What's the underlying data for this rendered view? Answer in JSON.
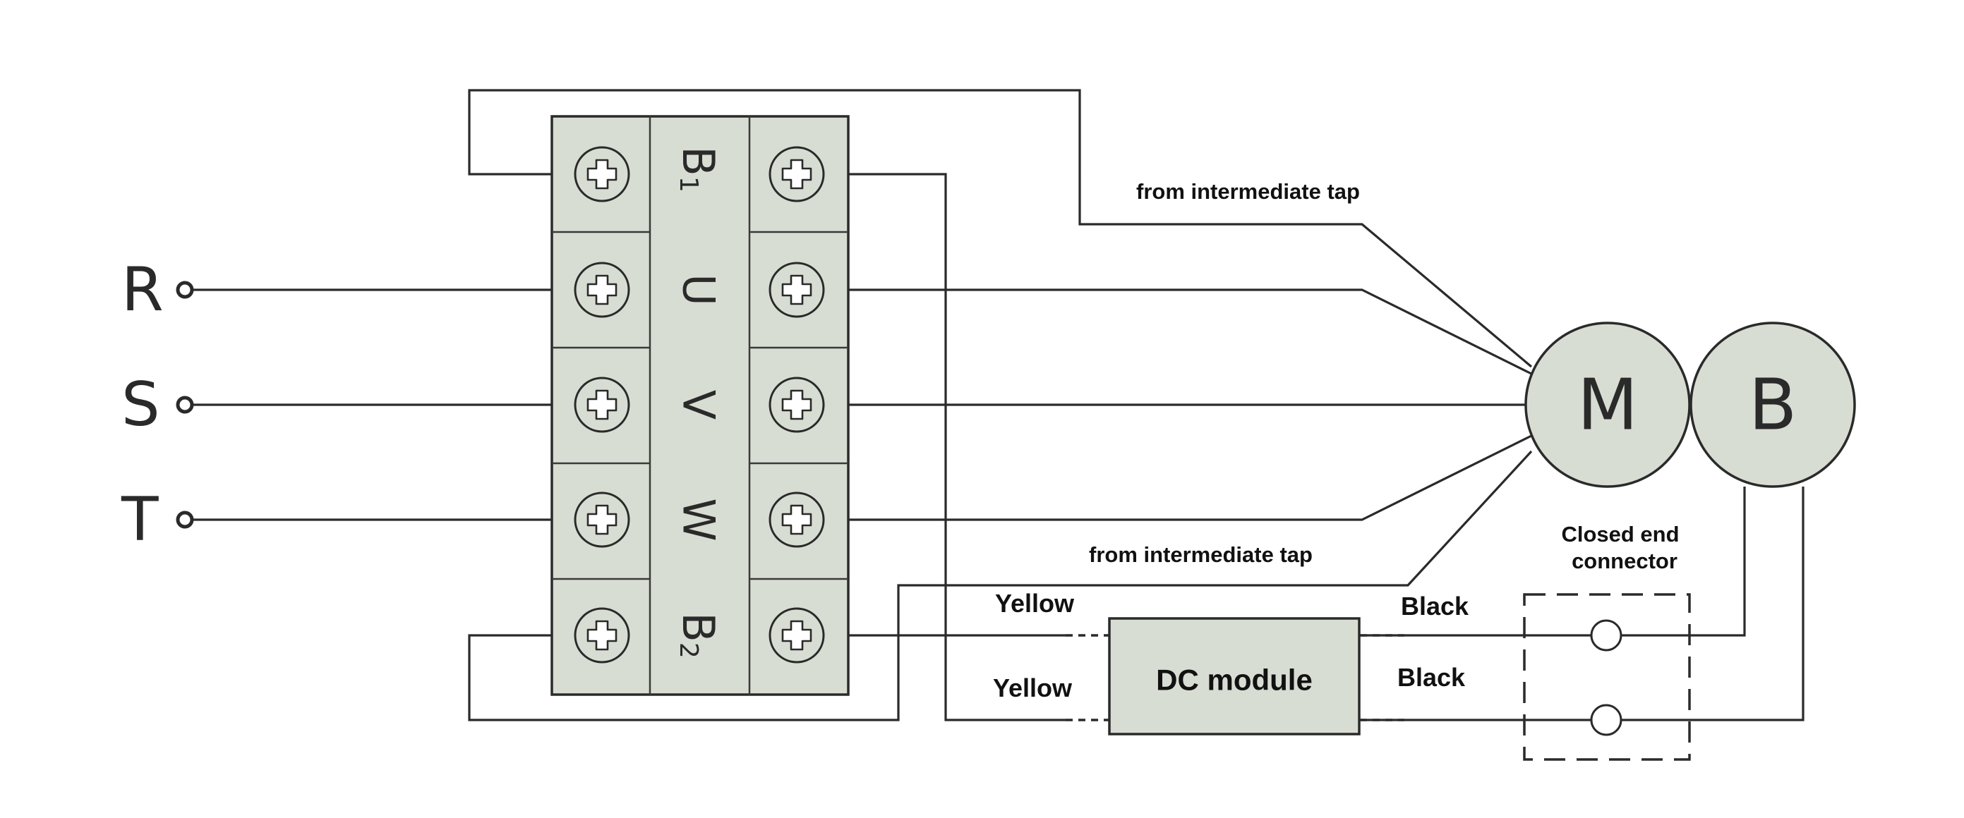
{
  "supply": {
    "r": "R",
    "s": "S",
    "t": "T"
  },
  "terminal_block": {
    "b1": "B",
    "b1_sub": "1",
    "u": "U",
    "v": "V",
    "w": "W",
    "b2": "B",
    "b2_sub": "2"
  },
  "motor": {
    "m": "M",
    "b": "B"
  },
  "notes": {
    "tap_top": "from intermediate tap",
    "tap_bottom": "from intermediate tap",
    "closed_end_1": "Closed end",
    "closed_end_2": "connector"
  },
  "dc_module": {
    "label": "DC module",
    "yellow_top": "Yellow",
    "yellow_bottom": "Yellow",
    "black_top": "Black",
    "black_bottom": "Black"
  }
}
